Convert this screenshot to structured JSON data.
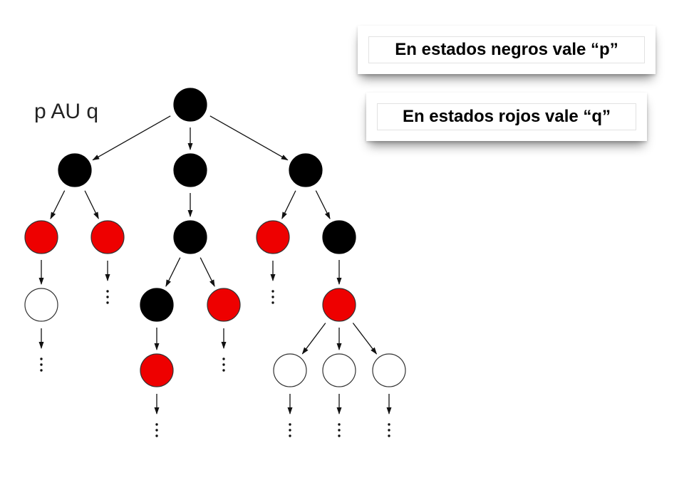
{
  "formula": {
    "text": "p AU q"
  },
  "legend": {
    "black_states": "En estados negros vale “p”",
    "red_states": "En estados rojos vale “q”"
  },
  "colors": {
    "black_state": "#000000",
    "red_state": "#ee0000",
    "empty_state": "#ffffff",
    "edge": "#111111"
  },
  "tree": {
    "states": [
      {
        "id": "root",
        "color": "black"
      },
      {
        "id": "a",
        "color": "black",
        "parent": "root"
      },
      {
        "id": "b",
        "color": "black",
        "parent": "root"
      },
      {
        "id": "c",
        "color": "black",
        "parent": "root"
      },
      {
        "id": "a1",
        "color": "red",
        "parent": "a"
      },
      {
        "id": "a2",
        "color": "red",
        "parent": "a"
      },
      {
        "id": "b1",
        "color": "black",
        "parent": "b"
      },
      {
        "id": "c1",
        "color": "red",
        "parent": "c"
      },
      {
        "id": "c2",
        "color": "black",
        "parent": "c"
      },
      {
        "id": "a1x",
        "color": "white",
        "parent": "a1"
      },
      {
        "id": "b1a",
        "color": "black",
        "parent": "b1"
      },
      {
        "id": "b1b",
        "color": "red",
        "parent": "b1"
      },
      {
        "id": "c2a",
        "color": "red",
        "parent": "c2"
      },
      {
        "id": "b1ax",
        "color": "red",
        "parent": "b1a"
      },
      {
        "id": "c2a1",
        "color": "white",
        "parent": "c2a"
      },
      {
        "id": "c2a2",
        "color": "white",
        "parent": "c2a"
      },
      {
        "id": "c2a3",
        "color": "white",
        "parent": "c2a"
      }
    ],
    "continuations": [
      "a1x",
      "a2",
      "c1",
      "b1b",
      "b1ax",
      "c2a1",
      "c2a2",
      "c2a3"
    ]
  }
}
